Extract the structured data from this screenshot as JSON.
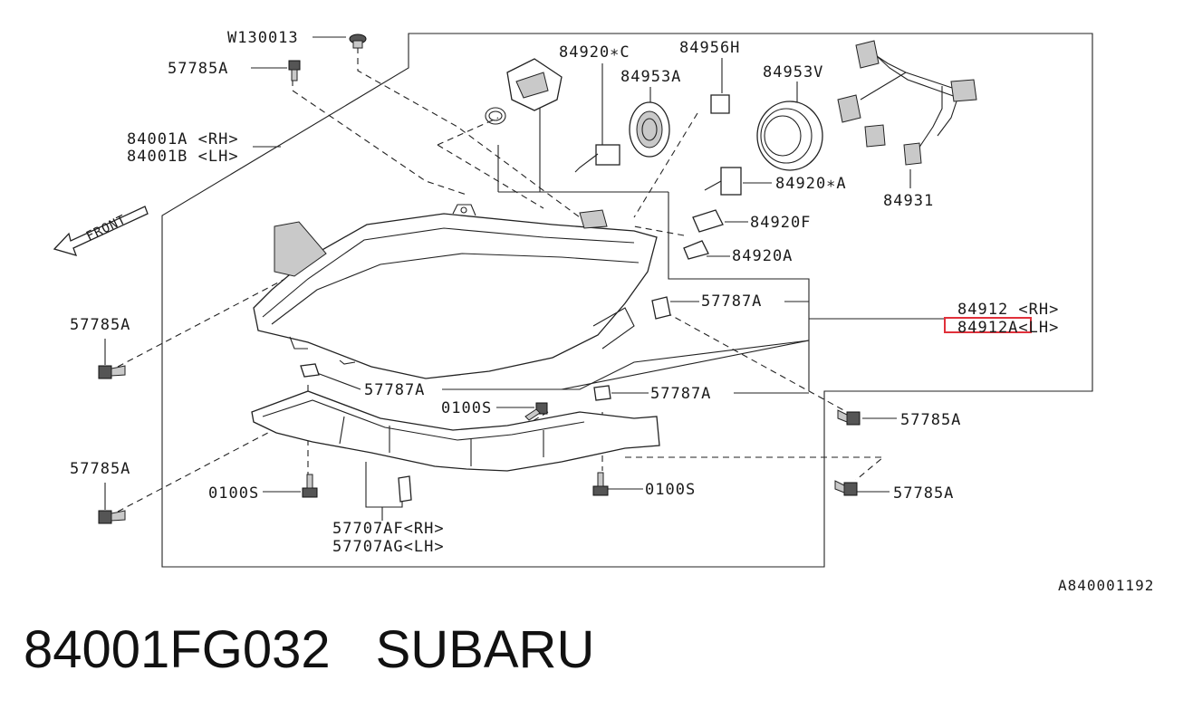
{
  "diagram": {
    "labels": {
      "w130013": "W130013",
      "l57785a_top": "57785A",
      "l84001a": "84001A <RH>",
      "l84001b": "84001B <LH>",
      "l84920c": "84920∗C",
      "l84956h": "84956H",
      "l84953a": "84953A",
      "l84953v": "84953V",
      "l84920a_star": "84920∗A",
      "l84931": "84931",
      "l84920f": "84920F",
      "l84920a": "84920A",
      "l57787a_r": "57787A",
      "l84912_rh": "84912 <RH>",
      "l84912a_lh": "84912A<LH>",
      "l57785a_left": "57785A",
      "l57787a_mid": "57787A",
      "l0100s_mid": "0100S",
      "l57787a_low": "57787A",
      "l57785a_right1": "57785A",
      "l57785a_left2": "57785A",
      "l0100s_left": "0100S",
      "l0100s_right": "0100S",
      "l57785a_right2": "57785A",
      "l57707af": "57707AF<RH>",
      "l57707ag": "57707AG<LH>",
      "front": "FRONT",
      "code": "A840001192"
    },
    "highlight_color": "#e0303a"
  },
  "footer": {
    "part_number": "84001FG032",
    "brand": "SUBARU"
  }
}
